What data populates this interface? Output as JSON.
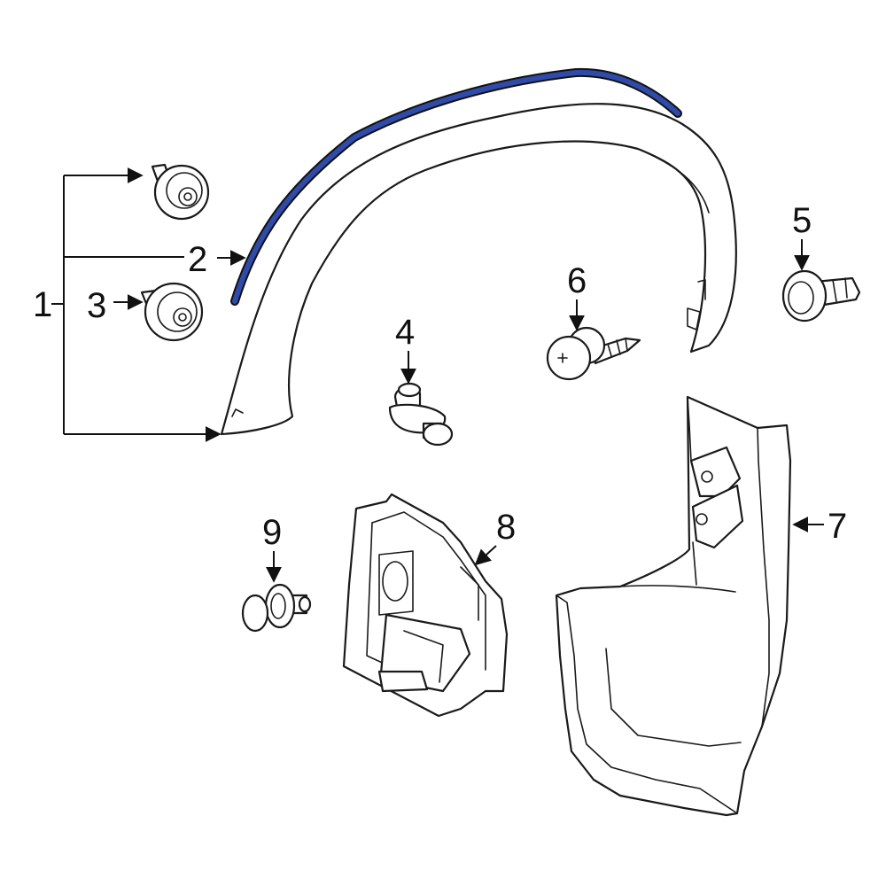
{
  "callouts": {
    "c1": "1",
    "c2": "2",
    "c3": "3",
    "c4": "4",
    "c5": "5",
    "c6": "6",
    "c7": "7",
    "c8": "8",
    "c9": "9"
  },
  "colors": {
    "highlight": "#2f4aa8",
    "line": "#1a1a1a",
    "background": "#ffffff"
  }
}
